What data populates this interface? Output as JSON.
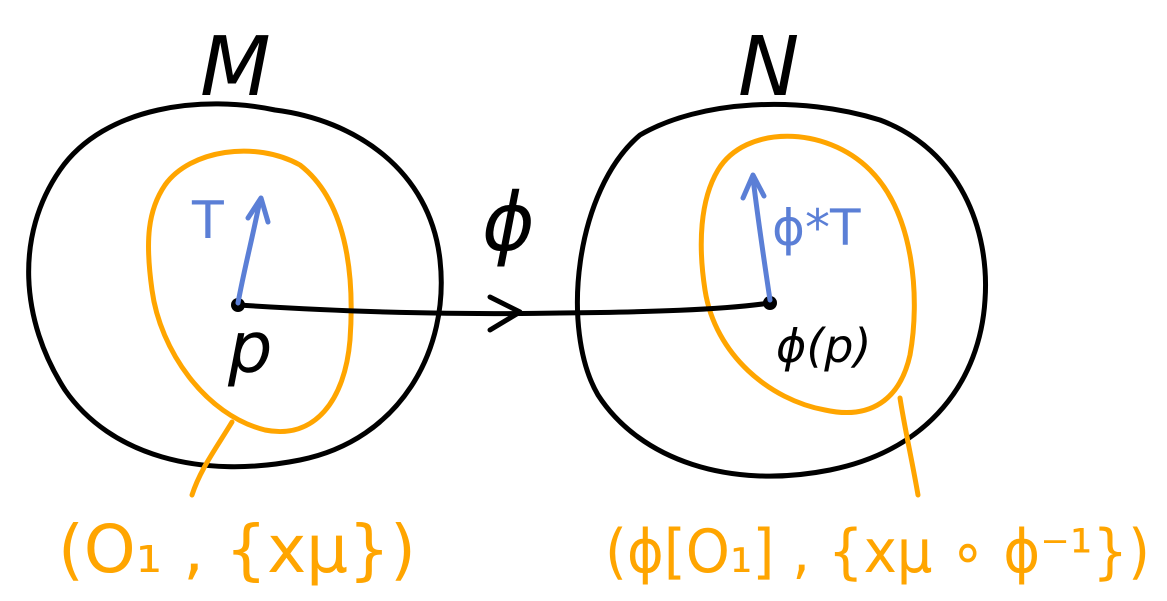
{
  "colors": {
    "ink": "#000000",
    "vector": "#5b7fd6",
    "chart_patch": "#ffa500",
    "background": "#ffffff"
  },
  "manifolds": {
    "source_label": "M",
    "target_label": "N"
  },
  "map": {
    "label": "ϕ"
  },
  "points": {
    "source_point": "p",
    "image_point": "ϕ(p)"
  },
  "vectors": {
    "source_vector": "T",
    "pushforward_vector": "ϕ*T"
  },
  "charts": {
    "source_chart": "(O₁ , {xμ})",
    "target_chart": "(ϕ[O₁] , {xμ ∘ ϕ⁻¹})"
  }
}
